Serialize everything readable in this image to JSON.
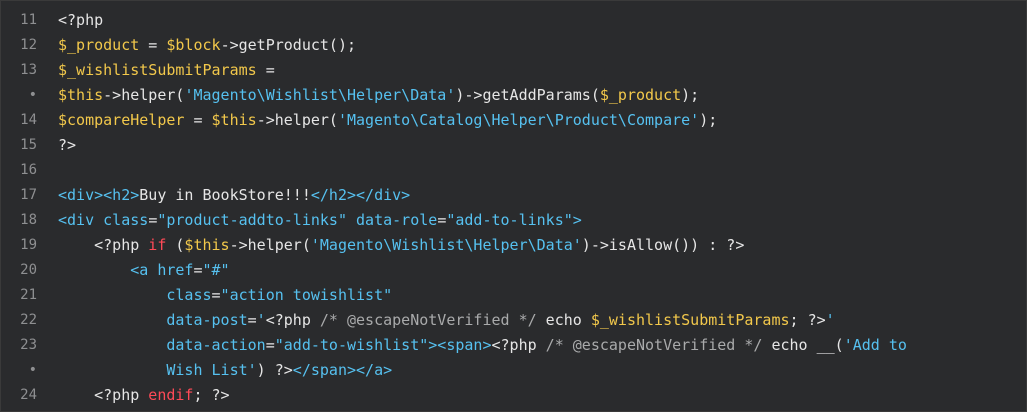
{
  "editor": {
    "language": "php",
    "colors": {
      "background": "#2a2b2d",
      "line_number": "#8e8f91",
      "plain": "#e6e6e6",
      "variable": "#f2c84b",
      "string": "#56c1f0",
      "keyword": "#ff4a57",
      "comment": "#a9aaab"
    },
    "lines": [
      {
        "num": "11",
        "indent": 0,
        "tokens": [
          {
            "t": "<?php",
            "c": "plain"
          }
        ]
      },
      {
        "num": "12",
        "indent": 0,
        "tokens": [
          {
            "t": "$_product",
            "c": "var"
          },
          {
            "t": " = ",
            "c": "plain"
          },
          {
            "t": "$block",
            "c": "var"
          },
          {
            "t": "->getProduct();",
            "c": "plain"
          }
        ]
      },
      {
        "num": "13",
        "indent": 0,
        "tokens": [
          {
            "t": "$_wishlistSubmitParams",
            "c": "var"
          },
          {
            "t": " =",
            "c": "plain"
          }
        ]
      },
      {
        "num": "•",
        "indent": 0,
        "tokens": [
          {
            "t": "$this",
            "c": "var"
          },
          {
            "t": "->helper(",
            "c": "plain"
          },
          {
            "t": "'Magento\\Wishlist\\Helper\\Data'",
            "c": "str"
          },
          {
            "t": ")->getAddParams(",
            "c": "plain"
          },
          {
            "t": "$_product",
            "c": "var"
          },
          {
            "t": ");",
            "c": "plain"
          }
        ]
      },
      {
        "num": "14",
        "indent": 0,
        "tokens": [
          {
            "t": "$compareHelper",
            "c": "var"
          },
          {
            "t": " = ",
            "c": "plain"
          },
          {
            "t": "$this",
            "c": "var"
          },
          {
            "t": "->helper(",
            "c": "plain"
          },
          {
            "t": "'Magento\\Catalog\\Helper\\Product\\Compare'",
            "c": "str"
          },
          {
            "t": ");",
            "c": "plain"
          }
        ]
      },
      {
        "num": "15",
        "indent": 0,
        "tokens": [
          {
            "t": "?>",
            "c": "plain"
          }
        ]
      },
      {
        "num": "16",
        "indent": 0,
        "tokens": []
      },
      {
        "num": "17",
        "indent": 0,
        "tokens": [
          {
            "t": "<div>",
            "c": "tag"
          },
          {
            "t": "<h2>",
            "c": "tag"
          },
          {
            "t": "Buy in BookStore!!!",
            "c": "plain"
          },
          {
            "t": "</h2>",
            "c": "tag"
          },
          {
            "t": "</div>",
            "c": "tag"
          }
        ]
      },
      {
        "num": "18",
        "indent": 0,
        "tokens": [
          {
            "t": "<div ",
            "c": "tag"
          },
          {
            "t": "class",
            "c": "tag"
          },
          {
            "t": "=",
            "c": "plain"
          },
          {
            "t": "\"product-addto-links\"",
            "c": "str"
          },
          {
            "t": " ",
            "c": "plain"
          },
          {
            "t": "data-role",
            "c": "tag"
          },
          {
            "t": "=",
            "c": "plain"
          },
          {
            "t": "\"add-to-links\"",
            "c": "str"
          },
          {
            "t": ">",
            "c": "tag"
          }
        ]
      },
      {
        "num": "19",
        "indent": 4,
        "tokens": [
          {
            "t": "<?php ",
            "c": "plain"
          },
          {
            "t": "if",
            "c": "kw"
          },
          {
            "t": " (",
            "c": "plain"
          },
          {
            "t": "$this",
            "c": "var"
          },
          {
            "t": "->helper(",
            "c": "plain"
          },
          {
            "t": "'Magento\\Wishlist\\Helper\\Data'",
            "c": "str"
          },
          {
            "t": ")->isAllow()) : ?>",
            "c": "plain"
          }
        ]
      },
      {
        "num": "20",
        "indent": 8,
        "tokens": [
          {
            "t": "<a ",
            "c": "tag"
          },
          {
            "t": "href",
            "c": "tag"
          },
          {
            "t": "=",
            "c": "plain"
          },
          {
            "t": "\"#\"",
            "c": "str"
          }
        ]
      },
      {
        "num": "21",
        "indent": 12,
        "tokens": [
          {
            "t": "class",
            "c": "tag"
          },
          {
            "t": "=",
            "c": "plain"
          },
          {
            "t": "\"action towishlist\"",
            "c": "str"
          }
        ]
      },
      {
        "num": "22",
        "indent": 12,
        "tokens": [
          {
            "t": "data-post",
            "c": "tag"
          },
          {
            "t": "=",
            "c": "plain"
          },
          {
            "t": "'",
            "c": "str"
          },
          {
            "t": "<?php ",
            "c": "plain"
          },
          {
            "t": "/* @escapeNotVerified */",
            "c": "cmt"
          },
          {
            "t": " echo ",
            "c": "plain"
          },
          {
            "t": "$_wishlistSubmitParams",
            "c": "var"
          },
          {
            "t": "; ?>",
            "c": "plain"
          },
          {
            "t": "'",
            "c": "str"
          }
        ]
      },
      {
        "num": "23",
        "indent": 12,
        "tokens": [
          {
            "t": "data-action",
            "c": "tag"
          },
          {
            "t": "=",
            "c": "plain"
          },
          {
            "t": "\"add-to-wishlist\"",
            "c": "str"
          },
          {
            "t": ">",
            "c": "tag"
          },
          {
            "t": "<span>",
            "c": "tag"
          },
          {
            "t": "<?php ",
            "c": "plain"
          },
          {
            "t": "/* @escapeNotVerified */",
            "c": "cmt"
          },
          {
            "t": " echo __(",
            "c": "plain"
          },
          {
            "t": "'Add to",
            "c": "str"
          }
        ]
      },
      {
        "num": "•",
        "indent": 12,
        "tokens": [
          {
            "t": "Wish List'",
            "c": "str"
          },
          {
            "t": ") ?>",
            "c": "plain"
          },
          {
            "t": "</span>",
            "c": "tag"
          },
          {
            "t": "</a>",
            "c": "tag"
          }
        ]
      },
      {
        "num": "24",
        "indent": 4,
        "tokens": [
          {
            "t": "<?php ",
            "c": "plain"
          },
          {
            "t": "endif",
            "c": "kw"
          },
          {
            "t": "; ?>",
            "c": "plain"
          }
        ]
      }
    ]
  }
}
